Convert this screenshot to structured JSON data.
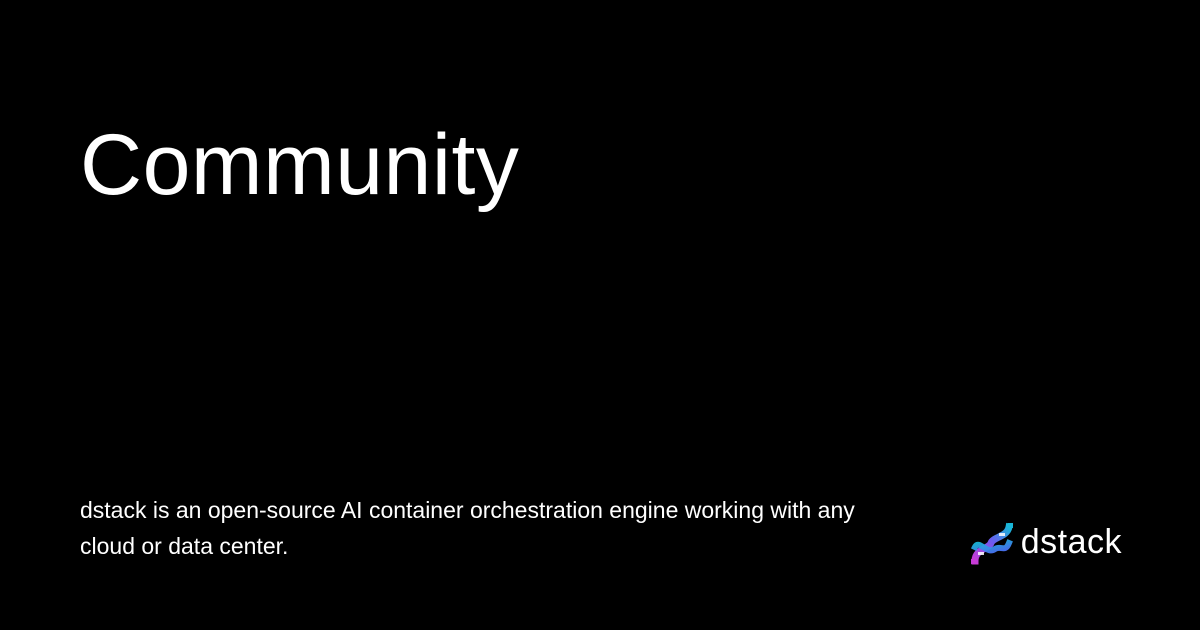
{
  "page": {
    "title": "Community",
    "description": "dstack is an open-source AI container orchestration engine working with any cloud or data center."
  },
  "brand": {
    "name": "dstack",
    "logo_icon": "dstack-helix-logo-icon",
    "colors": {
      "magenta": "#c73bd6",
      "cyan": "#19b6d8",
      "blue": "#4c6ef5",
      "background": "#000000",
      "text": "#ffffff"
    }
  }
}
